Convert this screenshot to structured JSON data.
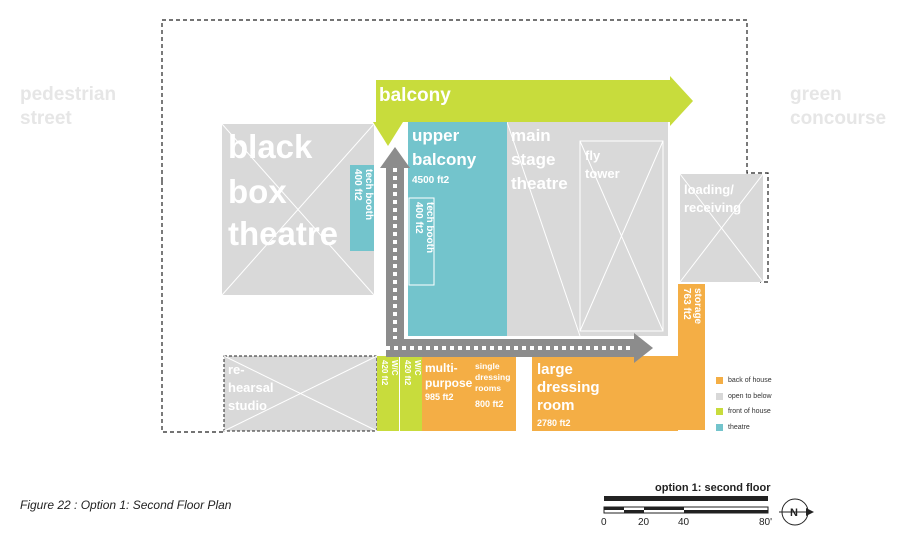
{
  "site_labels": {
    "pedestrian_street": [
      "pedestrian",
      "street"
    ],
    "green_concourse": [
      "green",
      "concourse"
    ]
  },
  "rooms": {
    "balcony": "balcony",
    "black_box": [
      "black",
      "box",
      "theatre"
    ],
    "tech_booth_left": {
      "name": "tech booth",
      "area": "400 ft2"
    },
    "upper_balcony": {
      "name": [
        "upper",
        "balcony"
      ],
      "area": "4500 ft2"
    },
    "tech_booth_mid": {
      "name": "tech booth",
      "area": "400 ft2"
    },
    "main_stage": [
      "main",
      "stage",
      "theatre"
    ],
    "fly_tower": [
      "fly",
      "tower"
    ],
    "loading": [
      "loading/",
      "receiving"
    ],
    "storage": {
      "name": "storage",
      "area": "763 ft2"
    },
    "rehearsal": [
      "re-",
      "hearsal",
      "studio"
    ],
    "wc1": {
      "name": "W/C",
      "area": "420 ft2"
    },
    "wc2": {
      "name": "W/C",
      "area": "420 ft2"
    },
    "multipurpose": {
      "name": [
        "multi-",
        "purpose"
      ],
      "area": "985 ft2"
    },
    "single_dressing": {
      "name": [
        "single",
        "dressing",
        "rooms"
      ],
      "area": "800 ft2"
    },
    "large_dressing": {
      "name": [
        "large",
        "dressing",
        "room"
      ],
      "area": "2780 ft2"
    }
  },
  "legend": [
    {
      "label": "back of house",
      "color": "#F4AE45"
    },
    {
      "label": "open to below",
      "color": "#D8D8D8"
    },
    {
      "label": "front of house",
      "color": "#C8DC3C"
    },
    {
      "label": "theatre",
      "color": "#73C4CC"
    }
  ],
  "colors": {
    "back_of_house": "#F4AE45",
    "open_to_below": "#D8D8D8",
    "front_of_house": "#C8DC3C",
    "theatre": "#73C4CC",
    "circulation_arrow": "#8C8C8C"
  },
  "scale_bar": {
    "title": "option 1: second floor",
    "ticks": [
      "0",
      "20",
      "40",
      "80'"
    ]
  },
  "north_arrow": "N",
  "caption": "Figure 22 : Option 1: Second Floor Plan"
}
